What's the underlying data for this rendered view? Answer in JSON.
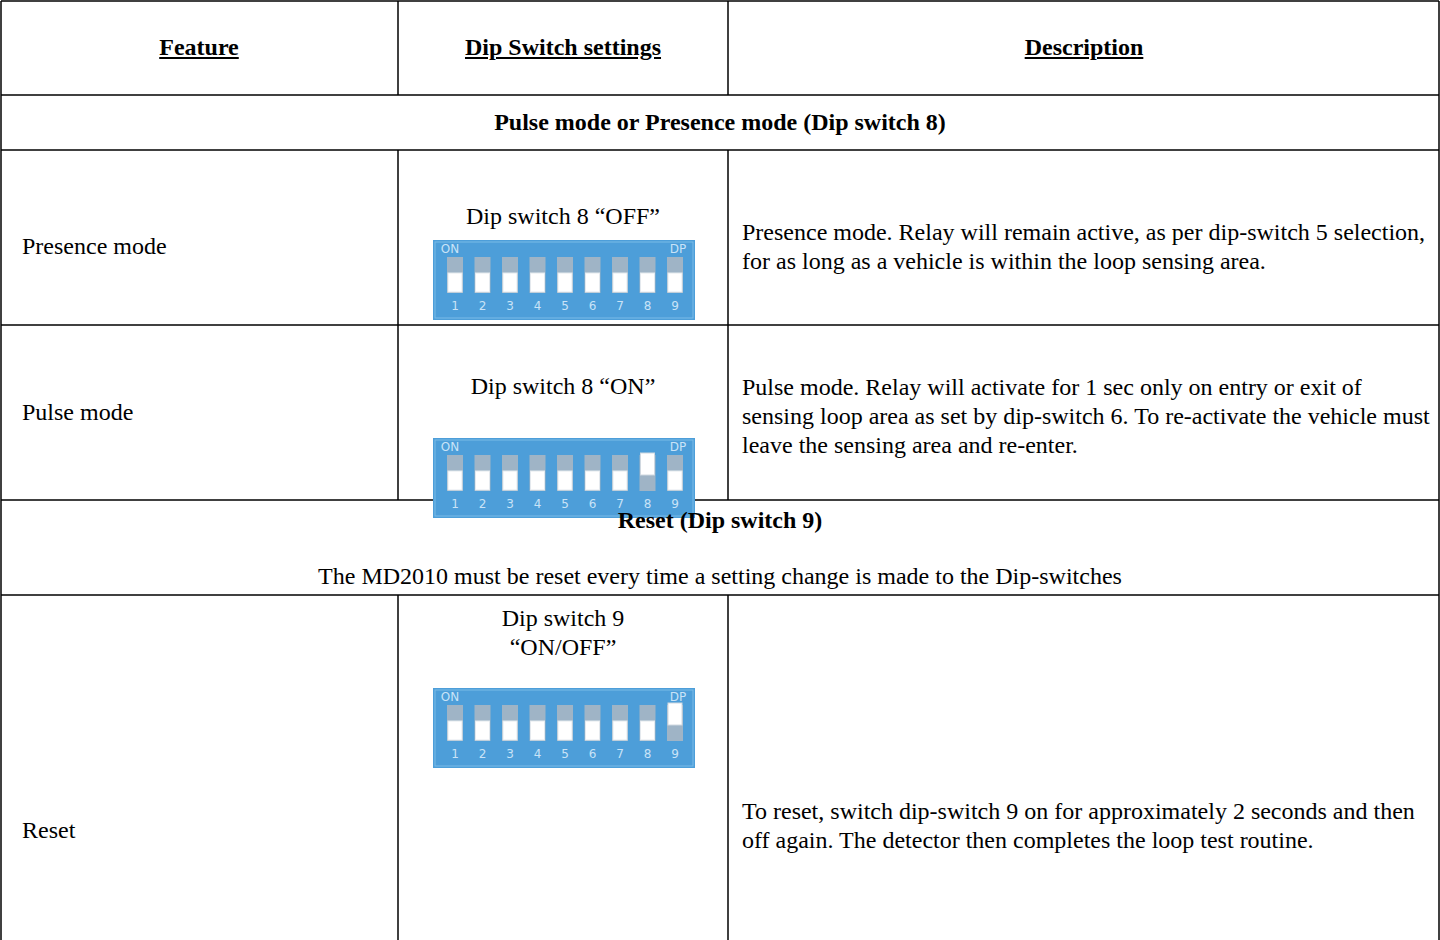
{
  "diagram": {
    "labels": [
      "Feature",
      "Dip Switch settings",
      "Description",
      "Pulse mode or Presence mode (Dip switch 8)",
      "Presence mode",
      "Dip switch 8 “OFF”",
      "ON",
      "DP",
      "1",
      "2",
      "3",
      "4",
      "5",
      "6",
      "7",
      "8",
      "9",
      "Presence mode. Relay will remain active, as per dip-switch 5 selection, for as long as a vehicle is within the loop sensing area.",
      "Pulse mode",
      "Dip switch 8 “ON”",
      "ON",
      "DP",
      "1",
      "2",
      "3",
      "4",
      "5",
      "6",
      "7",
      "8",
      "9",
      "Pulse mode. Relay will activate for 1 sec only on entry or exit of sensing loop area as set by dip-switch 6. To re-activate the vehicle must leave the sensing area and re-enter.",
      "Reset (Dip switch 9)",
      "The MD2010 must be reset every time a setting change is made to the Dip-switches",
      "Reset",
      "Dip switch 9 “ON/OFF”",
      "ON",
      "DP",
      "1",
      "2",
      "3",
      "4",
      "5",
      "6",
      "7",
      "8",
      "9",
      "To reset, switch dip-switch 9 on for approximately 2 seconds and then off again. The detector then completes the loop test routine."
    ]
  }
}
